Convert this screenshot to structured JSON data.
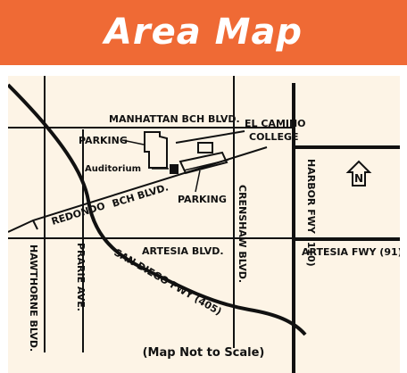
{
  "header": {
    "title": "Area Map"
  },
  "roads": {
    "manhattan_bch_blvd": "MANHATTAN BCH BLVD.",
    "redondo_bch_blvd_1": "REDONDO",
    "redondo_bch_blvd_2": "BCH BLVD.",
    "artesia_blvd": "ARTESIA BLVD.",
    "artesia_fwy": "ARTESIA FWY (91)",
    "san_diego_fwy": "SAN DIEGO FWY (405)",
    "hawthorne_blvd": "HAWTHORNE BLVD.",
    "prarie_ave": "PRARIE AVE.",
    "crenshaw_blvd": "CRENSHAW BLVD.",
    "harbor_fwy": "HARBOR FWY (110)"
  },
  "places": {
    "el_camino_line1": "EL CAMINO",
    "el_camino_line2": "COLLEGE",
    "parking_north": "PARKING",
    "parking_south": "PARKING",
    "auditorium": "Auditorium"
  },
  "north_arrow": {
    "letter": "N",
    "icon": "north-arrow-icon"
  },
  "caption": "(Map Not to Scale)",
  "colors": {
    "banner": "#ef6a35",
    "map_background": "#fdf4e6",
    "roads": "#111111"
  }
}
